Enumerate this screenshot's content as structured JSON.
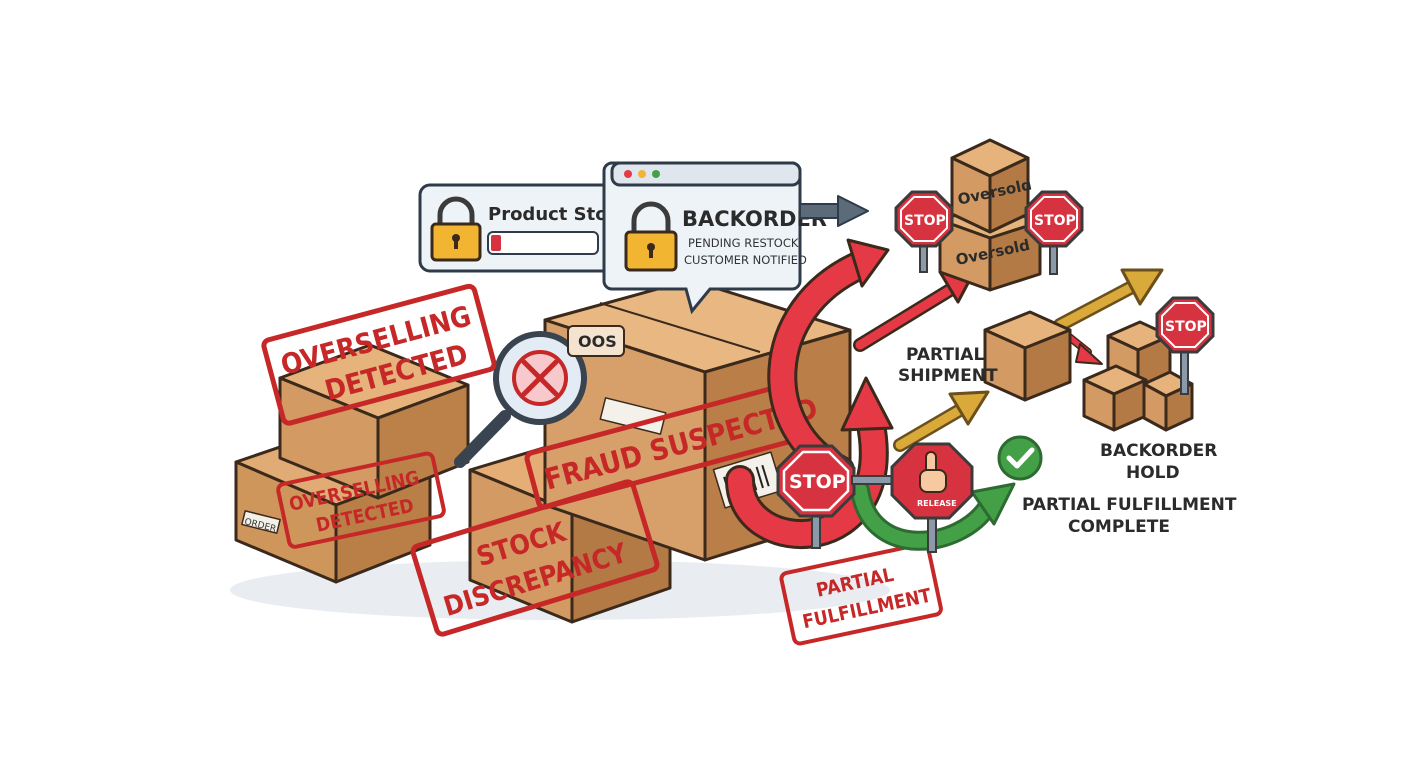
{
  "stock_panel": {
    "title": "Product Stock"
  },
  "backorder_panel": {
    "title": "BACKORDER",
    "line1": "PENDING RESTOCK",
    "line2": "CUSTOMER NOTIFIED"
  },
  "magnifier": {
    "tag": "OOS"
  },
  "stamps": {
    "overselling_top": [
      "OVERSELLING",
      "DETECTED"
    ],
    "overselling_bottom": [
      "OVERSELLING",
      "DETECTED"
    ],
    "fraud": "FRAUD SUSPECTED",
    "discrepancy": [
      "STOCK",
      "DISCREPANCY"
    ],
    "partial": [
      "PARTIAL",
      "FULFILLMENT"
    ]
  },
  "box_labels": {
    "order": "ORDER"
  },
  "signs": {
    "stop": "STOP",
    "release": "RELEASE"
  },
  "oversold_boxes": [
    "Oversold",
    "Oversold"
  ],
  "labels": {
    "partial_shipment": [
      "PARTIAL",
      "SHIPMENT"
    ],
    "backorder_hold": [
      "BACKORDER",
      "HOLD"
    ],
    "partial_complete": [
      "PARTIAL FULFILLMENT",
      "COMPLETE"
    ]
  },
  "colors": {
    "box": "#d39a63",
    "box_dark": "#b37a45",
    "stamp_red": "#c62828",
    "arrow_red": "#e53945",
    "arrow_gold": "#d9a93a",
    "arrow_green": "#43a047",
    "stop_red": "#d6323f",
    "lock_gold": "#f2b531",
    "panel_bg": "#eef3f8"
  }
}
